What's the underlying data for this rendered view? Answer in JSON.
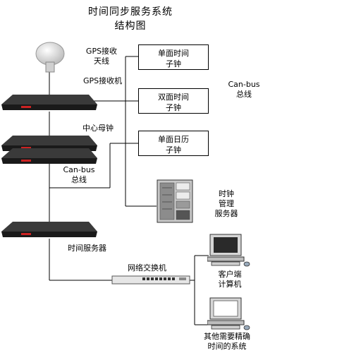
{
  "title": {
    "line1": "时间同步服务系统",
    "line2": "结构图"
  },
  "gps": {
    "label_line1": "GPS接收",
    "label_line2": "天线",
    "receiver_label": "GPS接收机"
  },
  "master_clock": {
    "label": "中心母钟"
  },
  "canbus_left": {
    "line1": "Can-bus",
    "line2": "总线"
  },
  "canbus_right": {
    "line1": "Can-bus",
    "line2": "总线"
  },
  "time_server": {
    "label": "时间服务器"
  },
  "switch": {
    "label": "网络交换机"
  },
  "slave_clocks": [
    {
      "line1": "单面时间",
      "line2": "子钟"
    },
    {
      "line1": "双面时间",
      "line2": "子钟"
    },
    {
      "line1": "单面日历",
      "line2": "子钟"
    }
  ],
  "mgmt_server": {
    "line1": "时钟",
    "line2": "管理",
    "line3": "服务器"
  },
  "client_pc": {
    "line1": "客户端",
    "line2": "计算机"
  },
  "other_systems": {
    "line1": "其他需要精确",
    "line2": "时间的系统"
  },
  "colors": {
    "rack_body": "#1a1a1a",
    "rack_led": "#cc2222",
    "server_gray": "#9a9a9a",
    "line": "#000000"
  }
}
